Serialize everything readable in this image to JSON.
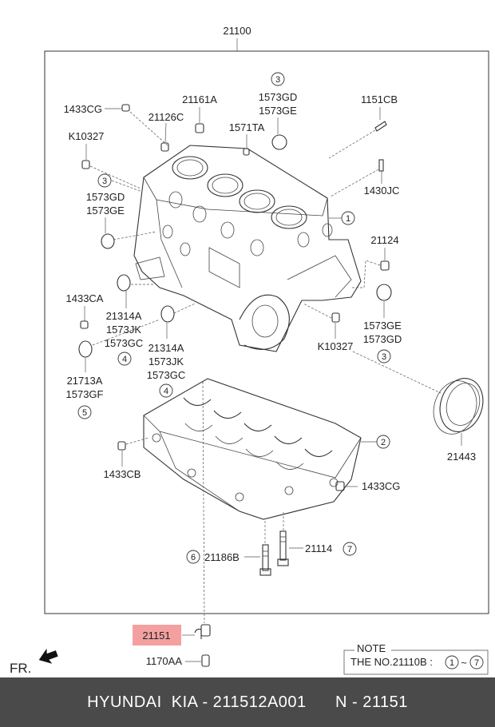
{
  "diagram": {
    "assembly_label": "21100",
    "callouts": {
      "c1433CG_top": "1433CG",
      "c21126C": "21126C",
      "c21161A": "21161A",
      "c1573GD_top": "1573GD",
      "c1573GE_top": "1573GE",
      "c1571TA": "1571TA",
      "c1151CB": "1151CB",
      "cK10327_top": "K10327",
      "c1573GD_left": "1573GD",
      "c1573GE_left": "1573GE",
      "c1430JC": "1430JC",
      "c21124": "21124",
      "c1433CA": "1433CA",
      "c21314A_1": "21314A",
      "c1573JK_1": "1573JK",
      "c1573GC_1": "1573GC",
      "c21314A_2": "21314A",
      "c1573JK_2": "1573JK",
      "c1573GC_2": "1573GC",
      "c21713A": "21713A",
      "c1573GF": "1573GF",
      "c1573GE_right": "1573GE",
      "c1573GD_right": "1573GD",
      "cK10327_mid": "K10327",
      "c21443": "21443",
      "c1433CB": "1433CB",
      "c1433CG_bot": "1433CG",
      "c21186B": "21186B",
      "c21114": "21114",
      "c21151": "21151",
      "c1170AA": "1170AA"
    },
    "circled": {
      "n1": "1",
      "n2": "2",
      "n3a": "3",
      "n3b": "3",
      "n3c": "3",
      "n4a": "4",
      "n4b": "4",
      "n5": "5",
      "n6": "6",
      "n7": "7",
      "note_from": "1",
      "note_to": "7"
    },
    "highlight_color": "#f4a0a0",
    "note": {
      "title": "NOTE",
      "text": "THE NO.21110B :",
      "range_sep": "~"
    },
    "direction": {
      "label": "FR."
    }
  },
  "footer": {
    "text": "HYUNDAI  KIA - 211512A001      N - 21151"
  }
}
